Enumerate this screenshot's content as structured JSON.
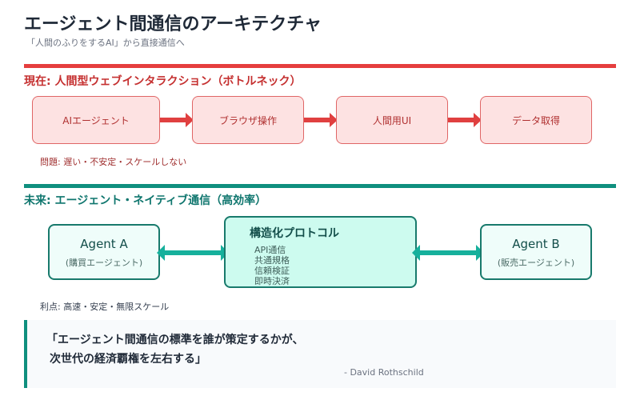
{
  "title": "エージェント間通信のアーキテクチャ",
  "subtitle": "「人間のふりをするAI」から直接通信へ",
  "colors": {
    "current": "#e53e3e",
    "future": "#0f8f7e",
    "arrow_future": "#16b09c"
  },
  "current": {
    "heading": "現在: 人間型ウェブインタラクション（ボトルネック）",
    "steps": [
      "AIエージェント",
      "ブラウザ操作",
      "人間用UI",
      "データ取得"
    ],
    "problem": "問題: 遅い・不安定・スケールしない"
  },
  "future": {
    "heading": "未来: エージェント・ネイティブ通信（高効率）",
    "agent_a": {
      "name": "Agent A",
      "role": "(購買エージェント)"
    },
    "protocol": {
      "title": "構造化プロトコル",
      "items": [
        "API通信",
        "共通規格",
        "信頼検証",
        "即時決済"
      ]
    },
    "agent_b": {
      "name": "Agent B",
      "role": "(販売エージェント)"
    },
    "benefit": "利点: 高速・安定・無限スケール"
  },
  "quote": {
    "line1": "「エージェント間通信の標準を誰が策定するかが、",
    "line2": "次世代の経済覇権を左右する」",
    "author": "- David Rothschild"
  }
}
